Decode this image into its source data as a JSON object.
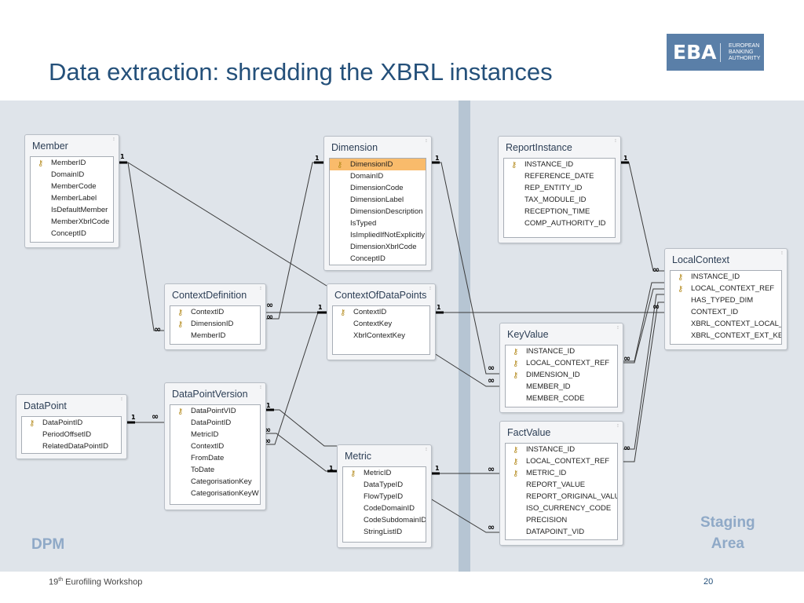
{
  "title": "Data extraction: shredding the XBRL instances",
  "logo": {
    "mark": "EBA",
    "lines": [
      "EUROPEAN",
      "BANKING",
      "AUTHORITY"
    ]
  },
  "labels": {
    "dpm": "DPM",
    "staging_line1": "Staging",
    "staging_line2": "Area"
  },
  "footer": {
    "workshop_num": "19",
    "workshop_sup": "th",
    "workshop_text": " Eurofiling Workshop",
    "page": "20"
  },
  "colors": {
    "title": "#24507a",
    "canvas": "#dfe4ea",
    "divider": "#b6c5d3",
    "label": "#8fa9c7",
    "selected_field": "#f9bb6b"
  },
  "tables": {
    "member": {
      "name": "Member",
      "fields": [
        {
          "name": "MemberID",
          "key": true
        },
        {
          "name": "DomainID"
        },
        {
          "name": "MemberCode"
        },
        {
          "name": "MemberLabel"
        },
        {
          "name": "IsDefaultMember"
        },
        {
          "name": "MemberXbrlCode"
        },
        {
          "name": "ConceptID"
        }
      ]
    },
    "dimension": {
      "name": "Dimension",
      "fields": [
        {
          "name": "DimensionID",
          "key": true,
          "selected": true
        },
        {
          "name": "DomainID"
        },
        {
          "name": "DimensionCode"
        },
        {
          "name": "DimensionLabel"
        },
        {
          "name": "DimensionDescription"
        },
        {
          "name": "IsTyped"
        },
        {
          "name": "IsImpliedIfNotExplicitly"
        },
        {
          "name": "DimensionXbrlCode"
        },
        {
          "name": "ConceptID"
        }
      ]
    },
    "report_instance": {
      "name": "ReportInstance",
      "fields": [
        {
          "name": "INSTANCE_ID",
          "key": true
        },
        {
          "name": "REFERENCE_DATE"
        },
        {
          "name": "REP_ENTITY_ID"
        },
        {
          "name": "TAX_MODULE_ID"
        },
        {
          "name": "RECEPTION_TIME"
        },
        {
          "name": "COMP_AUTHORITY_ID"
        }
      ]
    },
    "local_context": {
      "name": "LocalContext",
      "fields": [
        {
          "name": "INSTANCE_ID",
          "key": true
        },
        {
          "name": "LOCAL_CONTEXT_REF",
          "key": true
        },
        {
          "name": "HAS_TYPED_DIM"
        },
        {
          "name": "CONTEXT_ID"
        },
        {
          "name": "XBRL_CONTEXT_LOCAL_KEY"
        },
        {
          "name": "XBRL_CONTEXT_EXT_KEY"
        }
      ]
    },
    "context_definition": {
      "name": "ContextDefinition",
      "fields": [
        {
          "name": "ContextID",
          "key": true
        },
        {
          "name": "DimensionID",
          "key": true
        },
        {
          "name": "MemberID"
        }
      ]
    },
    "context_of_data_points": {
      "name": "ContextOfDataPoints",
      "fields": [
        {
          "name": "ContextID",
          "key": true
        },
        {
          "name": "ContextKey"
        },
        {
          "name": "XbrlContextKey"
        }
      ]
    },
    "key_value": {
      "name": "KeyValue",
      "fields": [
        {
          "name": "INSTANCE_ID",
          "key": true
        },
        {
          "name": "LOCAL_CONTEXT_REF",
          "key": true
        },
        {
          "name": "DIMENSION_ID",
          "key": true
        },
        {
          "name": "MEMBER_ID"
        },
        {
          "name": "MEMBER_CODE"
        }
      ]
    },
    "data_point": {
      "name": "DataPoint",
      "fields": [
        {
          "name": "DataPointID",
          "key": true
        },
        {
          "name": "PeriodOffsetID"
        },
        {
          "name": "RelatedDataPointID"
        }
      ]
    },
    "data_point_version": {
      "name": "DataPointVersion",
      "fields": [
        {
          "name": "DataPointVID",
          "key": true
        },
        {
          "name": "DataPointID"
        },
        {
          "name": "MetricID"
        },
        {
          "name": "ContextID"
        },
        {
          "name": "FromDate"
        },
        {
          "name": "ToDate"
        },
        {
          "name": "CategorisationKey"
        },
        {
          "name": "CategorisationKeyW"
        }
      ]
    },
    "metric": {
      "name": "Metric",
      "fields": [
        {
          "name": "MetricID",
          "key": true
        },
        {
          "name": "DataTypeID"
        },
        {
          "name": "FlowTypeID"
        },
        {
          "name": "CodeDomainID"
        },
        {
          "name": "CodeSubdomainID"
        },
        {
          "name": "StringListID"
        }
      ]
    },
    "fact_value": {
      "name": "FactValue",
      "fields": [
        {
          "name": "INSTANCE_ID",
          "key": true
        },
        {
          "name": "LOCAL_CONTEXT_REF",
          "key": true
        },
        {
          "name": "METRIC_ID",
          "key": true
        },
        {
          "name": "REPORT_VALUE"
        },
        {
          "name": "REPORT_ORIGINAL_VALUE"
        },
        {
          "name": "ISO_CURRENCY_CODE"
        },
        {
          "name": "PRECISION"
        },
        {
          "name": "DATAPOINT_VID"
        }
      ]
    }
  },
  "cardinality": {
    "one": "1",
    "many": "∞"
  }
}
